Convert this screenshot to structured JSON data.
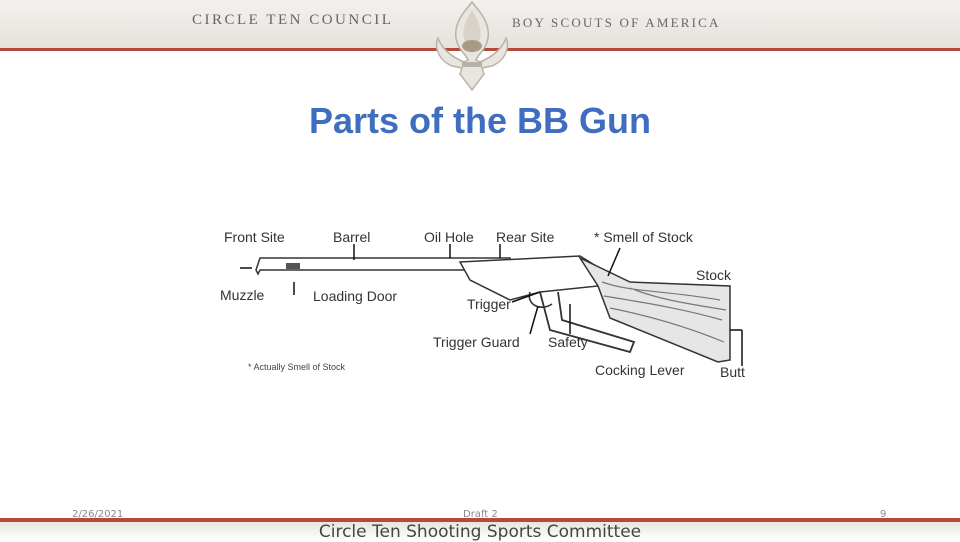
{
  "header": {
    "left_text": "CIRCLE TEN COUNCIL",
    "right_text": "BOY SCOUTS OF AMERICA",
    "brand_color": "#b44a3a"
  },
  "slide": {
    "title": "Parts of the BB Gun",
    "title_color": "#3f6dbf"
  },
  "diagram": {
    "labels": {
      "front_site": "Front Site",
      "barrel": "Barrel",
      "oil_hole": "Oil Hole",
      "rear_site": "Rear Site",
      "smell_of_stock": "* Smell of Stock",
      "stock": "Stock",
      "muzzle": "Muzzle",
      "loading_door": "Loading Door",
      "trigger": "Trigger",
      "trigger_guard": "Trigger Guard",
      "safety": "Safety",
      "cocking_lever": "Cocking Lever",
      "butt": "Butt",
      "footnote": "* Actually Smell of Stock"
    }
  },
  "footer": {
    "date": "2/26/2021",
    "draft": "Draft 2",
    "page_number": "9",
    "organization": "Circle Ten Shooting Sports Committee"
  }
}
